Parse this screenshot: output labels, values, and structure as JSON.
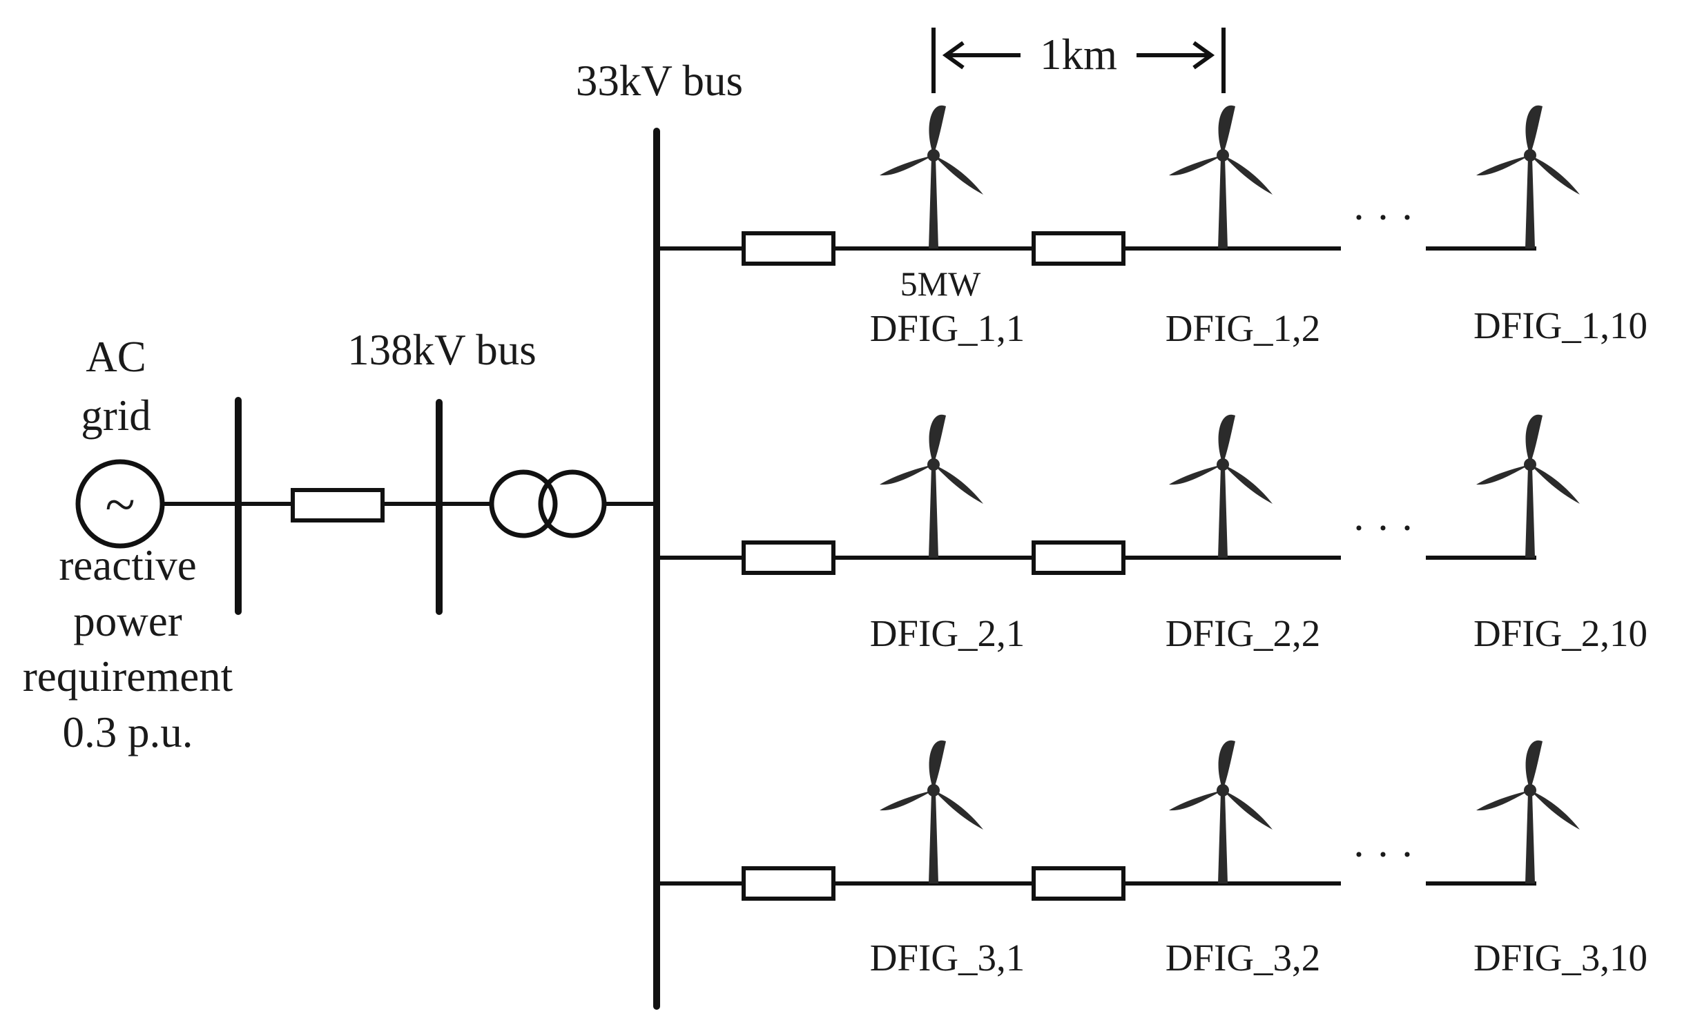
{
  "labels": {
    "bus_33kv": "33kV bus",
    "distance": "1km",
    "ac_grid_line1": "AC",
    "ac_grid_line2": "grid",
    "bus_138kv": "138kV bus",
    "reactive_line1": "reactive",
    "reactive_line2": "power",
    "reactive_line3": "requirement",
    "reactive_line4": "0.3 p.u.",
    "rating": "5MW",
    "ac_symbol": "~"
  },
  "feeders": [
    {
      "ellipsis": "· · ·",
      "turbines": [
        "DFIG_1,1",
        "DFIG_1,2",
        "DFIG_1,10"
      ]
    },
    {
      "ellipsis": "· · ·",
      "turbines": [
        "DFIG_2,1",
        "DFIG_2,2",
        "DFIG_2,10"
      ]
    },
    {
      "ellipsis": "· · ·",
      "turbines": [
        "DFIG_3,1",
        "DFIG_3,2",
        "DFIG_3,10"
      ]
    }
  ],
  "colors": {
    "line": "#111111",
    "turbine": "#2b2b2b",
    "background": "#ffffff"
  }
}
